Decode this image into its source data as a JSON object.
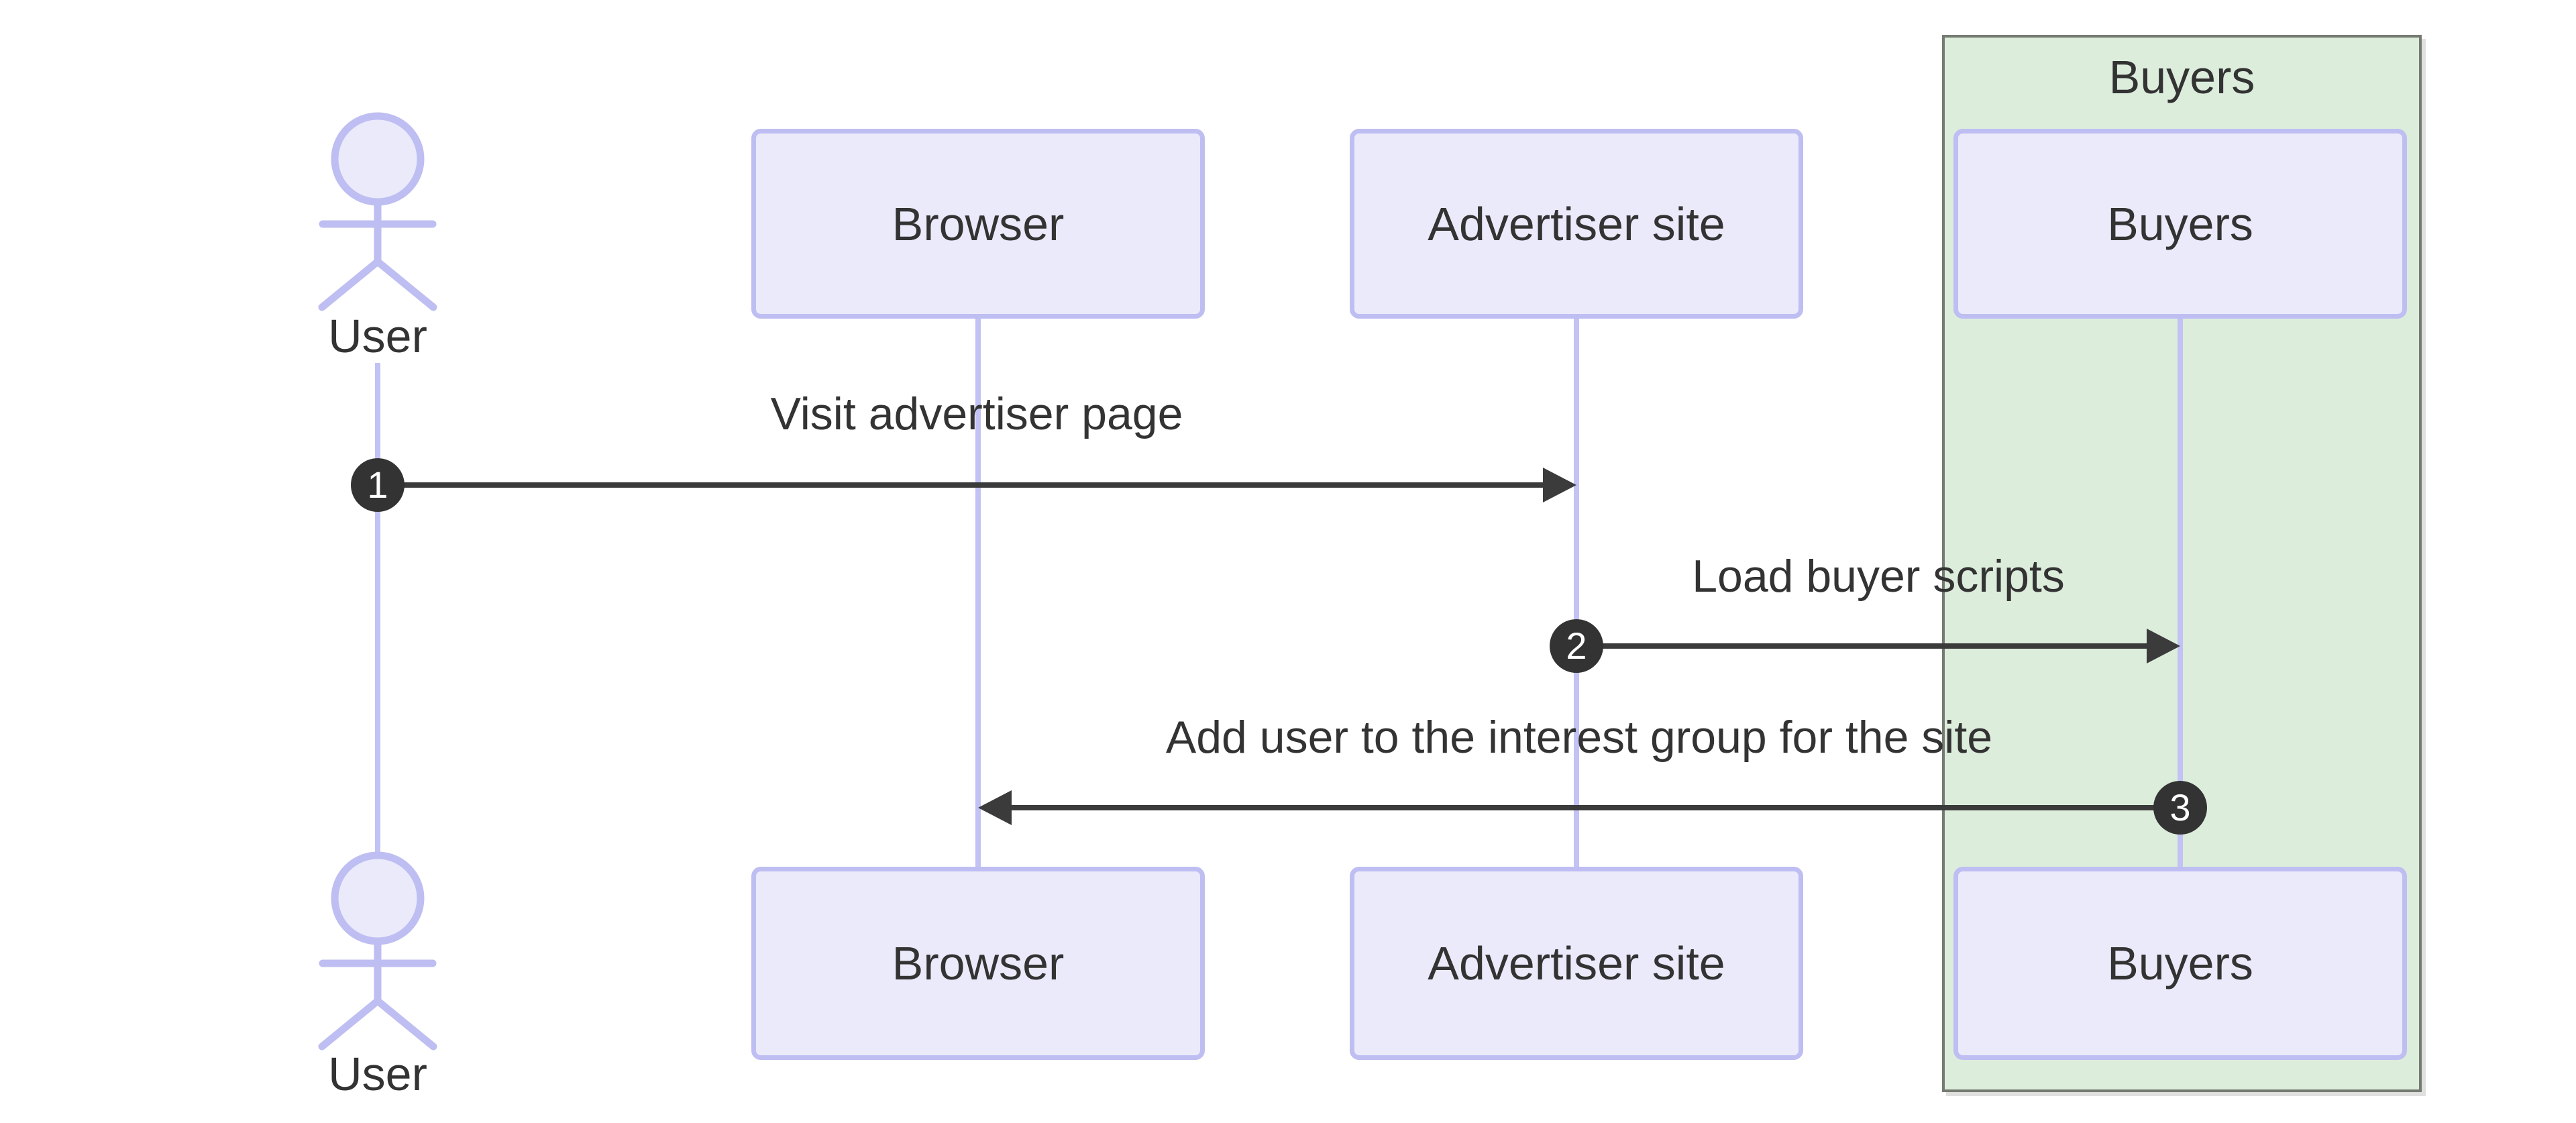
{
  "diagram": {
    "type": "sequence-diagram",
    "group": {
      "label": "Buyers",
      "fill": "#DCEDDC",
      "stroke": "#767B72"
    },
    "actors": [
      {
        "id": "user",
        "label": "User",
        "kind": "actor"
      },
      {
        "id": "browser",
        "label": "Browser",
        "kind": "participant"
      },
      {
        "id": "advertiser",
        "label": "Advertiser site",
        "kind": "participant"
      },
      {
        "id": "buyers",
        "label": "Buyers",
        "kind": "participant",
        "group": "Buyers"
      }
    ],
    "messages": [
      {
        "seq": "1",
        "from": "User",
        "to": "Advertiser site",
        "label": "Visit advertiser page"
      },
      {
        "seq": "2",
        "from": "Advertiser site",
        "to": "Buyers",
        "label": "Load buyer scripts"
      },
      {
        "seq": "3",
        "from": "Buyers",
        "to": "Browser",
        "label": "Add user to the interest group for the site"
      }
    ]
  },
  "theme": {
    "colors": {
      "bg": "#ffffff",
      "participant_fill": "#EAEAFB",
      "participant_stroke": "#BEBEF2",
      "lifeline": "#C2C2F5",
      "text": "#333333",
      "message": "#3B3B3B",
      "number_bg": "#333333",
      "number_fg": "#ffffff",
      "group_fill": "#DCEDDC",
      "group_stroke": "#767B72"
    }
  }
}
